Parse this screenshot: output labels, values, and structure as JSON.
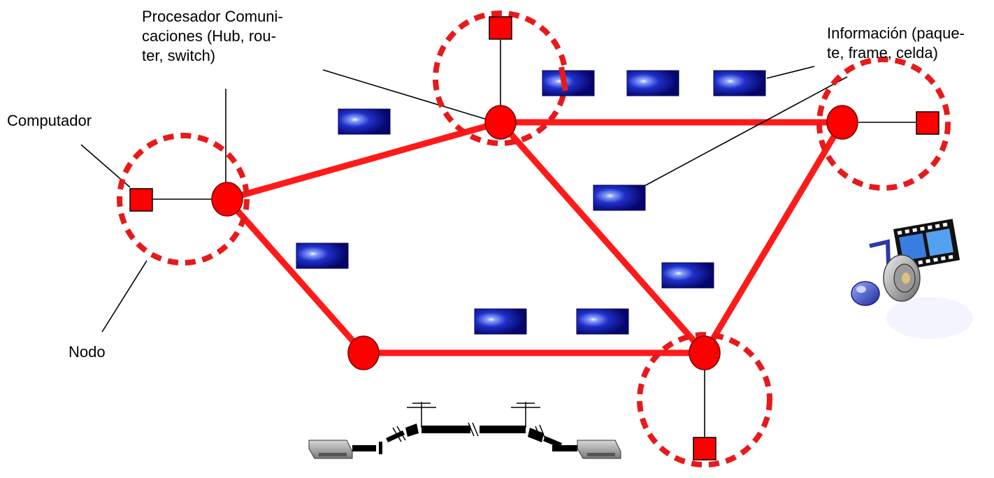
{
  "labels": {
    "processor": [
      "Procesador Comuni-",
      "caciones (Hub, rou-",
      "ter, switch)"
    ],
    "information": [
      "Información (paque-",
      "te, frame, celda)"
    ],
    "computer": "Computador",
    "node": "Nodo"
  },
  "colors": {
    "link": "#ff1a1a",
    "node_fill": "#ff0000",
    "node_stroke": "#7a0000",
    "dashed_circle": "#e8191b",
    "packet_dark": "#0a0a7a",
    "packet_light": "#5a7cff",
    "leader_line": "#000000"
  },
  "icons": {
    "packet": "packet-icon",
    "multimedia": "multimedia-icon",
    "modem_link": "modem-link-icon"
  }
}
